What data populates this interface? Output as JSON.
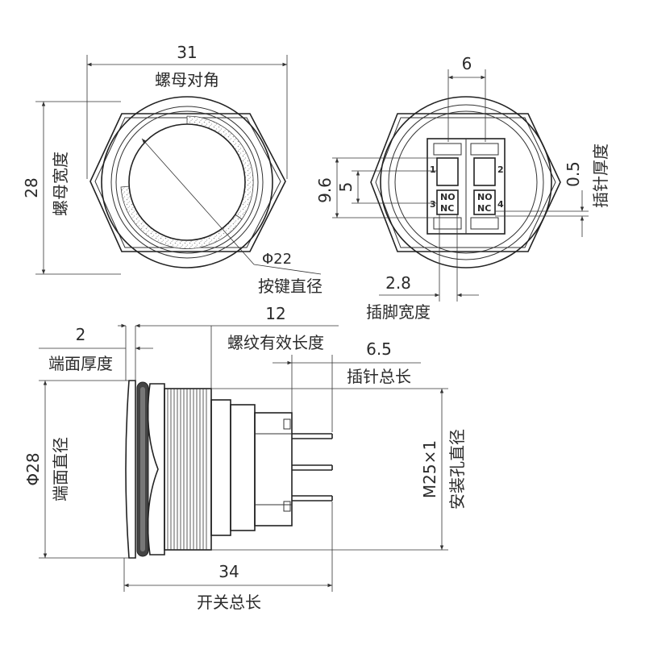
{
  "top_left": {
    "dim_nut_diag": "31",
    "label_nut_diag": "螺母对角",
    "dim_nut_width": "28",
    "label_nut_width": "螺母宽度",
    "dim_button_dia": "Φ22",
    "label_button_dia": "按键直径"
  },
  "top_right": {
    "dim_pin_gap": "6",
    "dim_96": "9.6",
    "dim_5": "5",
    "dim_pin_thick": "0.5",
    "label_pin_thick": "插针厚度",
    "dim_pin_width": "2.8",
    "label_pin_width": "插脚宽度",
    "pin_labels": [
      "1",
      "2",
      "3",
      "4",
      "NO",
      "NC",
      "NO",
      "NC"
    ]
  },
  "bottom": {
    "dim_face_thick": "2",
    "label_face_thick": "端面厚度",
    "dim_thread_len": "12",
    "label_thread_len": "螺纹有效长度",
    "dim_pin_len": "6.5",
    "label_pin_len": "插针总长",
    "dim_face_dia": "Φ28",
    "label_face_dia": "端面直径",
    "dim_mount": "M25×1",
    "label_mount": "安装孔直径",
    "dim_total": "34",
    "label_total": "开关总长"
  }
}
